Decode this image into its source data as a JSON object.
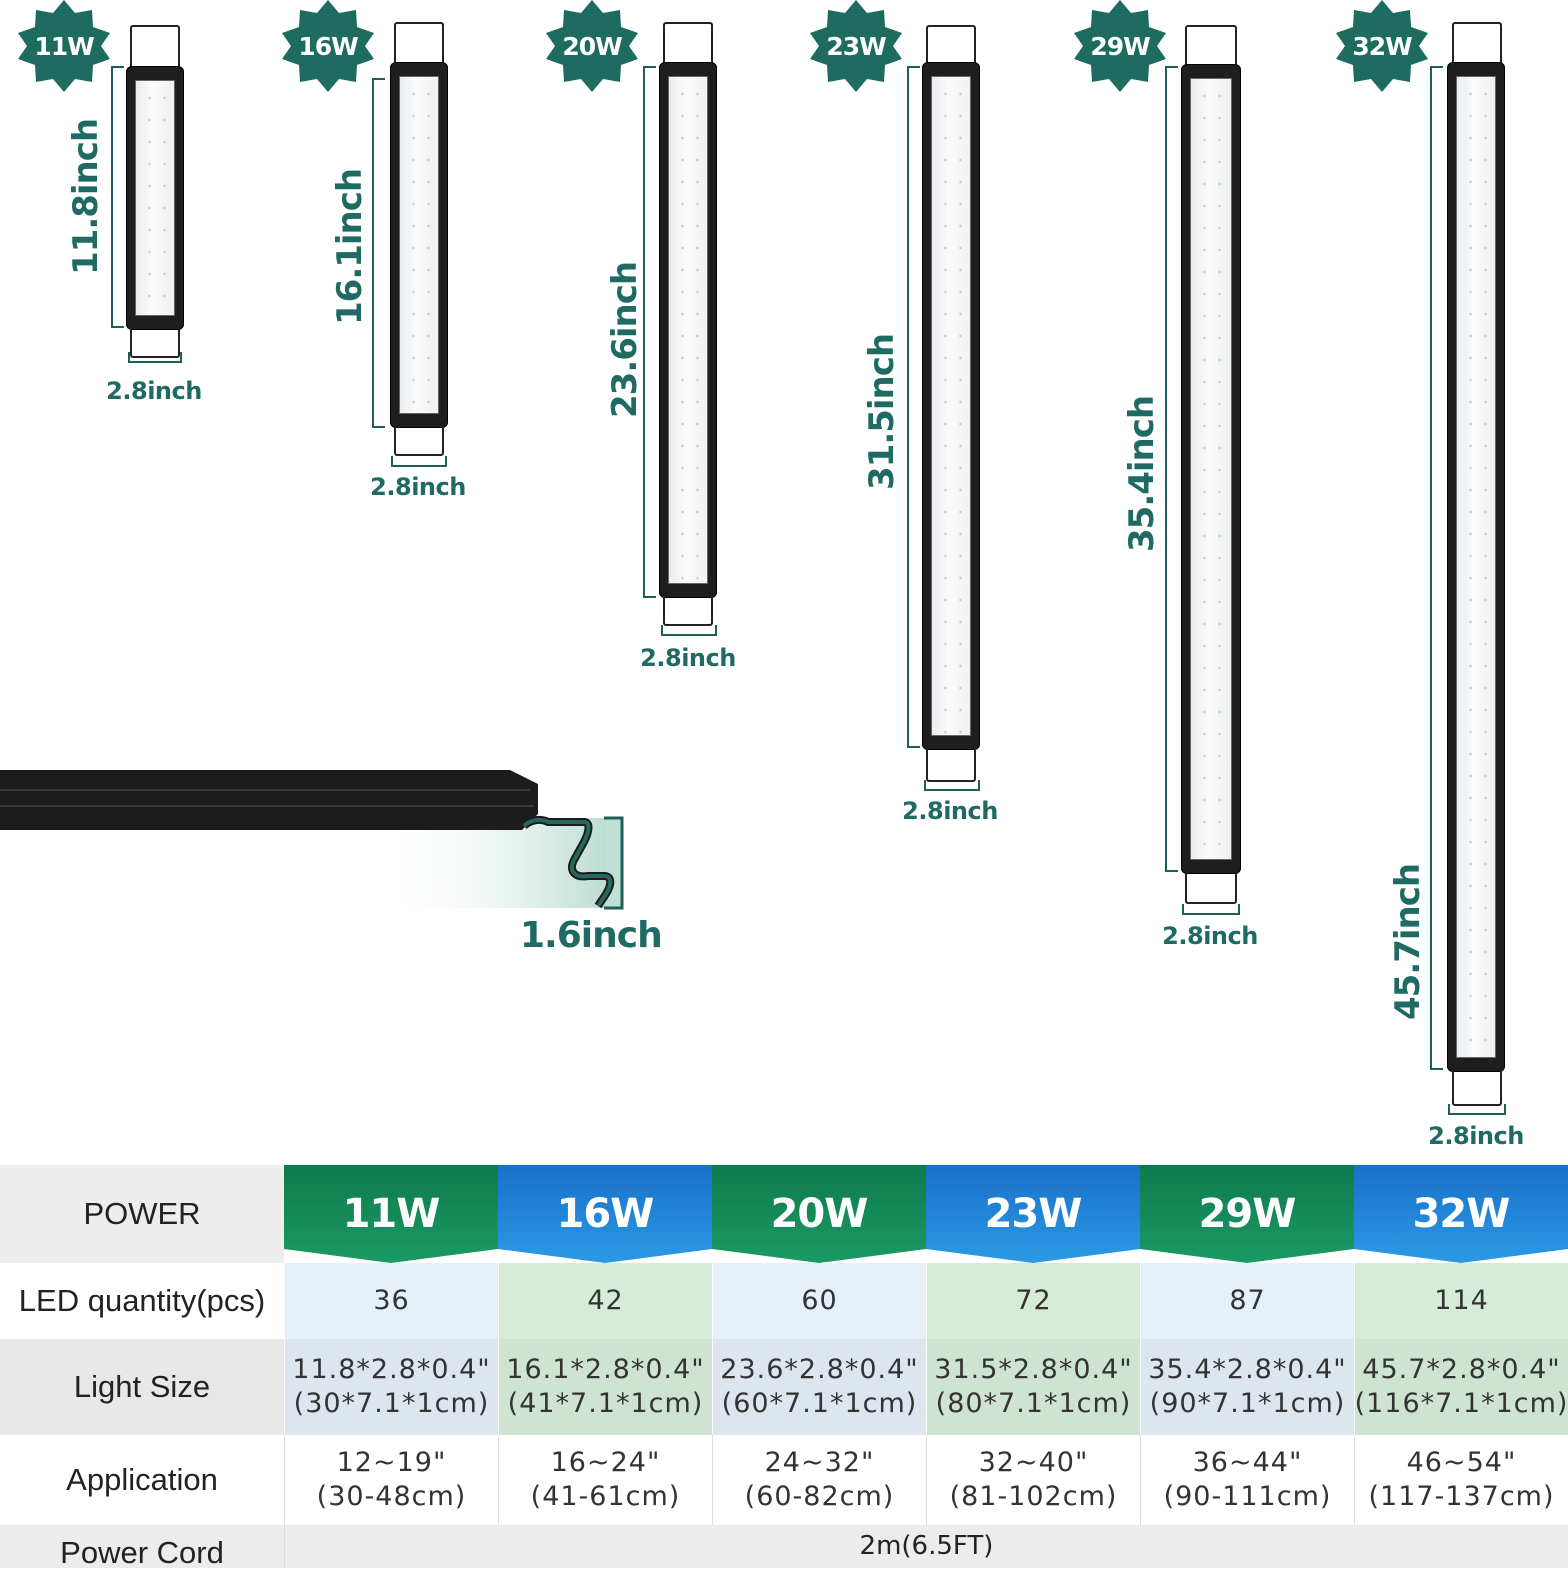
{
  "lights": [
    {
      "power": "11W",
      "length_label": "11.8inch",
      "width_label": "2.8inch"
    },
    {
      "power": "16W",
      "length_label": "16.1inch",
      "width_label": "2.8inch"
    },
    {
      "power": "20W",
      "length_label": "23.6inch",
      "width_label": "2.8inch"
    },
    {
      "power": "23W",
      "length_label": "31.5inch",
      "width_label": "2.8inch"
    },
    {
      "power": "29W",
      "length_label": "35.4inch",
      "width_label": "2.8inch"
    },
    {
      "power": "32W",
      "length_label": "45.7inch",
      "width_label": "2.8inch"
    }
  ],
  "profile": {
    "height_label": "1.6inch"
  },
  "table": {
    "row_labels": {
      "power": "POWER",
      "led": "LED quantity(pcs)",
      "size": "Light Size",
      "application": "Application",
      "cord": "Power Cord"
    },
    "columns": [
      {
        "power": "11W",
        "led": "36",
        "size_in": "11.8*2.8*0.4\"",
        "size_cm": "(30*7.1*1cm)",
        "app_in": "12~19\"",
        "app_cm": "(30-48cm)"
      },
      {
        "power": "16W",
        "led": "42",
        "size_in": "16.1*2.8*0.4\"",
        "size_cm": "(41*7.1*1cm)",
        "app_in": "16~24\"",
        "app_cm": "(41-61cm)"
      },
      {
        "power": "20W",
        "led": "60",
        "size_in": "23.6*2.8*0.4\"",
        "size_cm": "(60*7.1*1cm)",
        "app_in": "24~32\"",
        "app_cm": "(60-82cm)"
      },
      {
        "power": "23W",
        "led": "72",
        "size_in": "31.5*2.8*0.4\"",
        "size_cm": "(80*7.1*1cm)",
        "app_in": "32~40\"",
        "app_cm": "(81-102cm)"
      },
      {
        "power": "29W",
        "led": "87",
        "size_in": "35.4*2.8*0.4\"",
        "size_cm": "(90*7.1*1cm)",
        "app_in": "36~44\"",
        "app_cm": "(90-111cm)"
      },
      {
        "power": "32W",
        "led": "114",
        "size_in": "45.7*2.8*0.4\"",
        "size_cm": "(116*7.1*1cm)",
        "app_in": "46~54\"",
        "app_cm": "(117-137cm)"
      }
    ],
    "power_cord": "2m(6.5FT)"
  },
  "colors": {
    "teal_dark": "#1e6b60",
    "teal_label": "#1f6b63",
    "header_green": "#138a5a",
    "header_blue": "#1d86d6",
    "cell_light_blue": "#e6f0f9",
    "cell_light_green": "#d6ecd8",
    "label_gray": "#ececec"
  }
}
